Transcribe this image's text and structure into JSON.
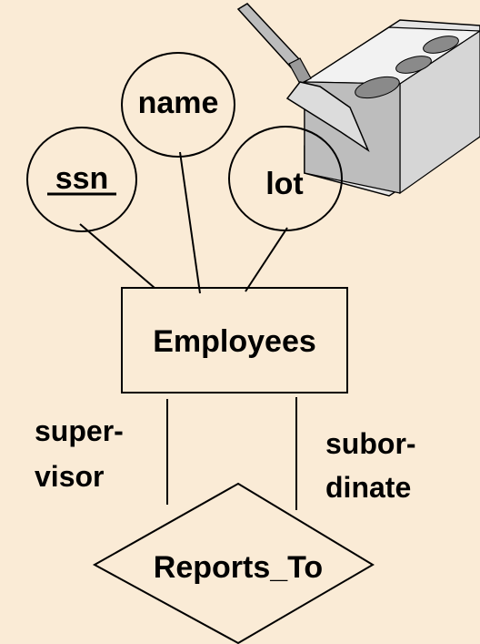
{
  "diagram": {
    "entity": {
      "label": "Employees"
    },
    "attributes": [
      {
        "id": "ssn",
        "label": "ssn",
        "key": true
      },
      {
        "id": "name",
        "label": "name",
        "key": false
      },
      {
        "id": "lot",
        "label": "lot",
        "key": false
      }
    ],
    "relationship": {
      "label": "Reports_To"
    },
    "roles": {
      "supervisor": [
        "super-",
        "visor"
      ],
      "subordinate": [
        "subor-",
        "dinate"
      ]
    },
    "decoration": {
      "icon": "brick-and-trowel-icon"
    },
    "colors": {
      "background": "#faebd6",
      "stroke": "#000000"
    }
  }
}
